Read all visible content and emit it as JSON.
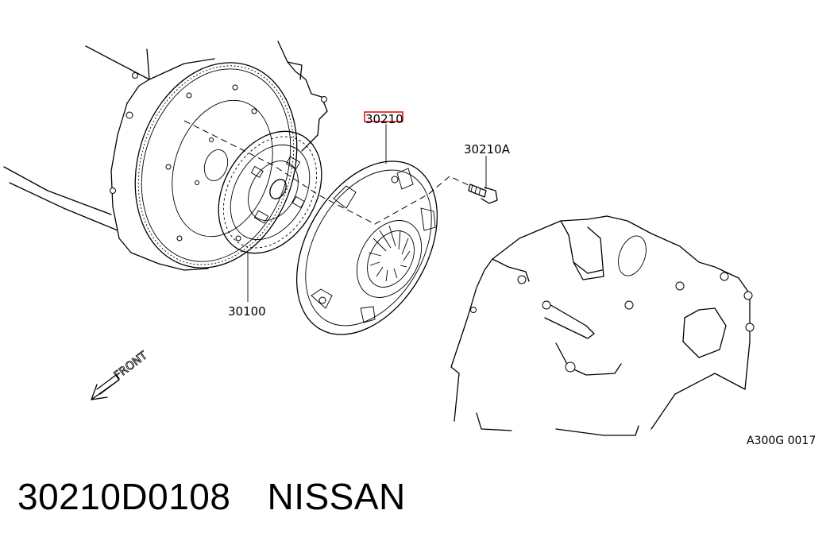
{
  "diagram": {
    "callouts": {
      "clutch_cover": "30210",
      "clutch_cover_bolt": "30210A",
      "clutch_disc": "30100"
    },
    "front_label": "FRONT",
    "drawing_code": "A300G 0017",
    "highlight_color": "#e0141e"
  },
  "footer": {
    "part_number": "30210D0108",
    "brand": "NISSAN"
  }
}
